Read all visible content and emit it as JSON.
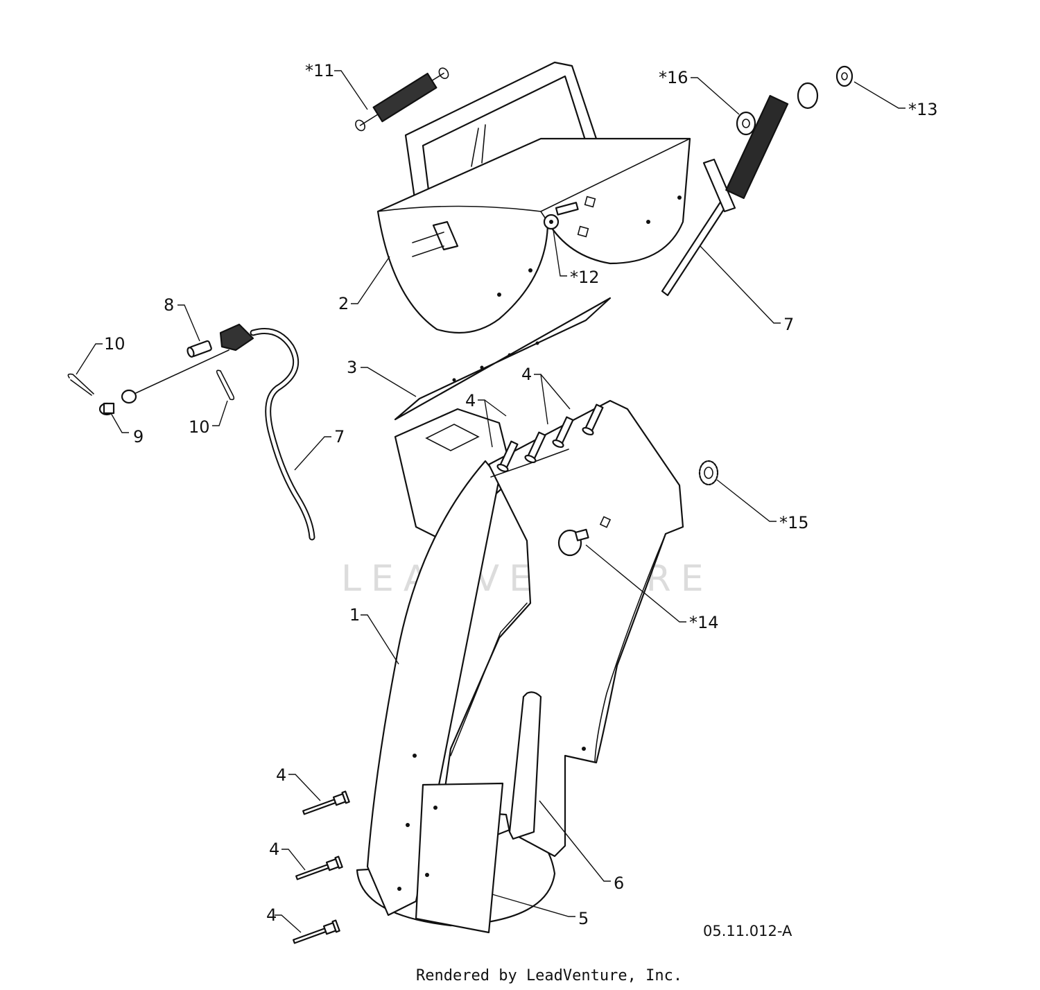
{
  "callouts": {
    "c11": "*11",
    "c16": "*16",
    "c13": "*13",
    "c12": "*12",
    "c2": "2",
    "c7_upper": "7",
    "c8": "8",
    "c10_left": "10",
    "c9": "9",
    "c10_mid": "10",
    "c7_cable": "7",
    "c3": "3",
    "c4_a": "4",
    "c4_b": "4",
    "c15": "*15",
    "c14": "*14",
    "c1": "1",
    "c4_c": "4",
    "c4_d": "4",
    "c4_e": "4",
    "c6": "6",
    "c5": "5"
  },
  "watermark": "LEADVENTURE",
  "drawing_number": "05.11.012-A",
  "footer": "Rendered by LeadVenture, Inc."
}
